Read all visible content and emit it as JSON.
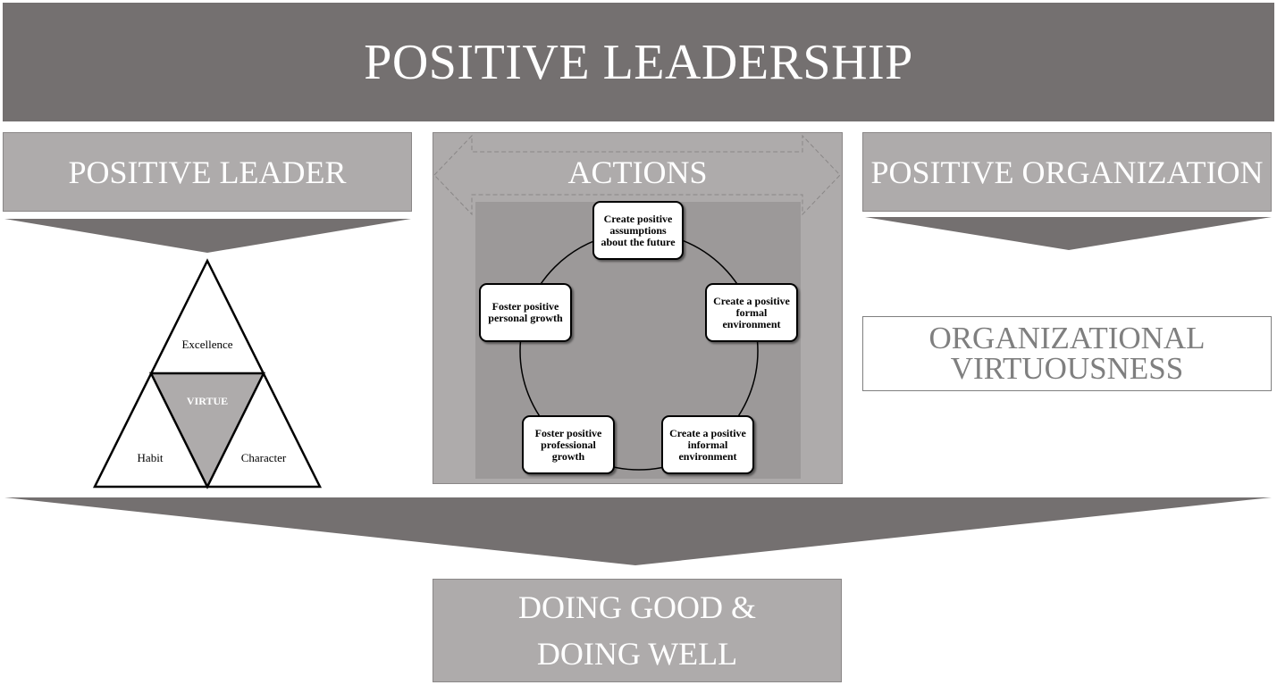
{
  "title": "POSITIVE LEADERSHIP",
  "positive_leader": {
    "heading": "POSITIVE LEADER",
    "triangle": {
      "top": "Excellence",
      "center": "VIRTUE",
      "left": "Habit",
      "right": "Character"
    }
  },
  "actions": {
    "heading": "ACTIONS",
    "stages": [
      "Create positive assumptions about the future",
      "Create a positive formal environment",
      "Create a positive informal environment",
      "Foster positive professional growth",
      "Foster positive personal growth"
    ]
  },
  "positive_organization": {
    "heading": "POSITIVE ORGANIZATION",
    "result_line1": "ORGANIZATIONAL",
    "result_line2": "VIRTUOUSNESS"
  },
  "outcome": {
    "line1": "DOING GOOD &",
    "line2": "DOING WELL"
  },
  "colors": {
    "dark_gray": "#747070",
    "light_gray": "#aeabab",
    "mid_gray": "#9c9999",
    "text_gray": "#7f7f7f"
  }
}
